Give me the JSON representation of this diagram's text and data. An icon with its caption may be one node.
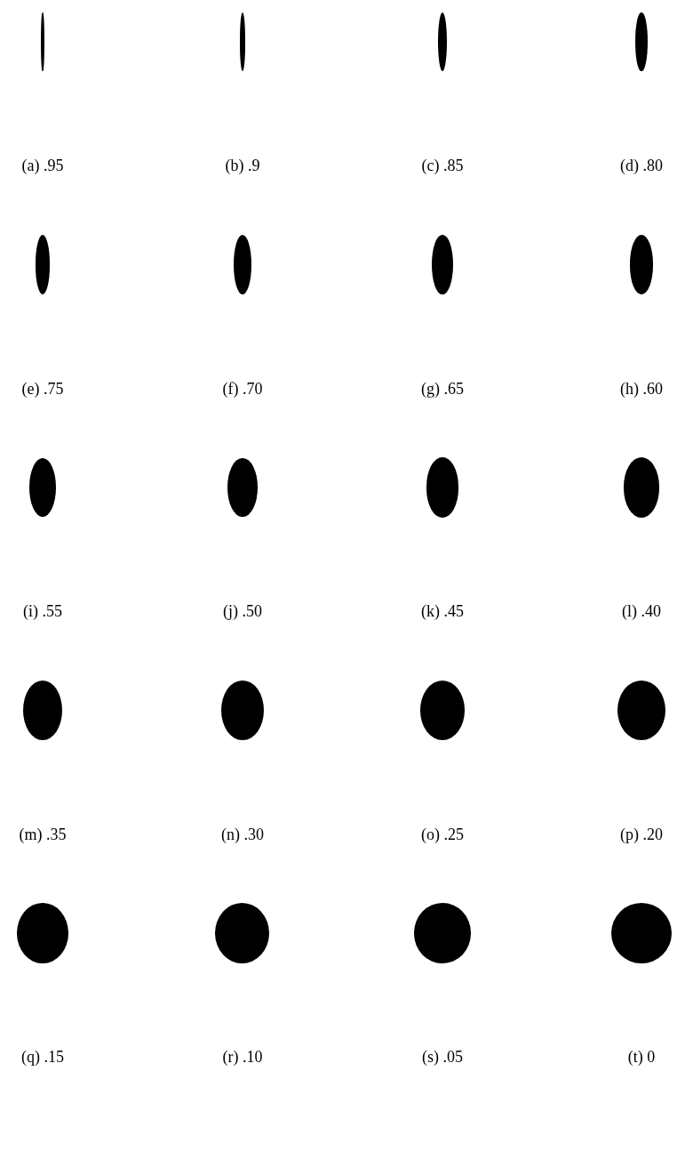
{
  "diagram": {
    "nodes": [
      {
        "text": [],
        "shape": "ellipse"
      },
      {
        "text": [],
        "shape": "ellipse"
      },
      {
        "text": [],
        "shape": "ellipse"
      },
      {
        "text": [],
        "shape": "ellipse"
      },
      {
        "text": [],
        "shape": "ellipse"
      },
      {
        "text": [],
        "shape": "ellipse"
      },
      {
        "text": [],
        "shape": "ellipse"
      },
      {
        "text": [],
        "shape": "ellipse"
      },
      {
        "text": [],
        "shape": "ellipse"
      },
      {
        "text": [],
        "shape": "ellipse"
      },
      {
        "text": [],
        "shape": "ellipse"
      },
      {
        "text": [],
        "shape": "ellipse"
      },
      {
        "text": [],
        "shape": "ellipse"
      },
      {
        "text": [],
        "shape": "ellipse"
      },
      {
        "text": [],
        "shape": "ellipse"
      },
      {
        "text": [],
        "shape": "ellipse"
      },
      {
        "text": [],
        "shape": "ellipse"
      },
      {
        "text": [],
        "shape": "ellipse"
      },
      {
        "text": [],
        "shape": "ellipse"
      },
      {
        "text": [],
        "shape": "ellipse"
      }
    ],
    "labels": [
      "(a) .95",
      "(b) .9",
      "(c) .85",
      "(d) .80",
      "(e) .75",
      "(f) .70",
      "(g) .65",
      "(h) .60",
      "(i) .55",
      "(j) .50",
      "(k) .45",
      "(l) .40",
      "(m) .35",
      "(n) .30",
      "(o) .25",
      "(p) .20",
      "(q) .15",
      "(r) .10",
      "(s) .05",
      "(t) 0"
    ]
  }
}
